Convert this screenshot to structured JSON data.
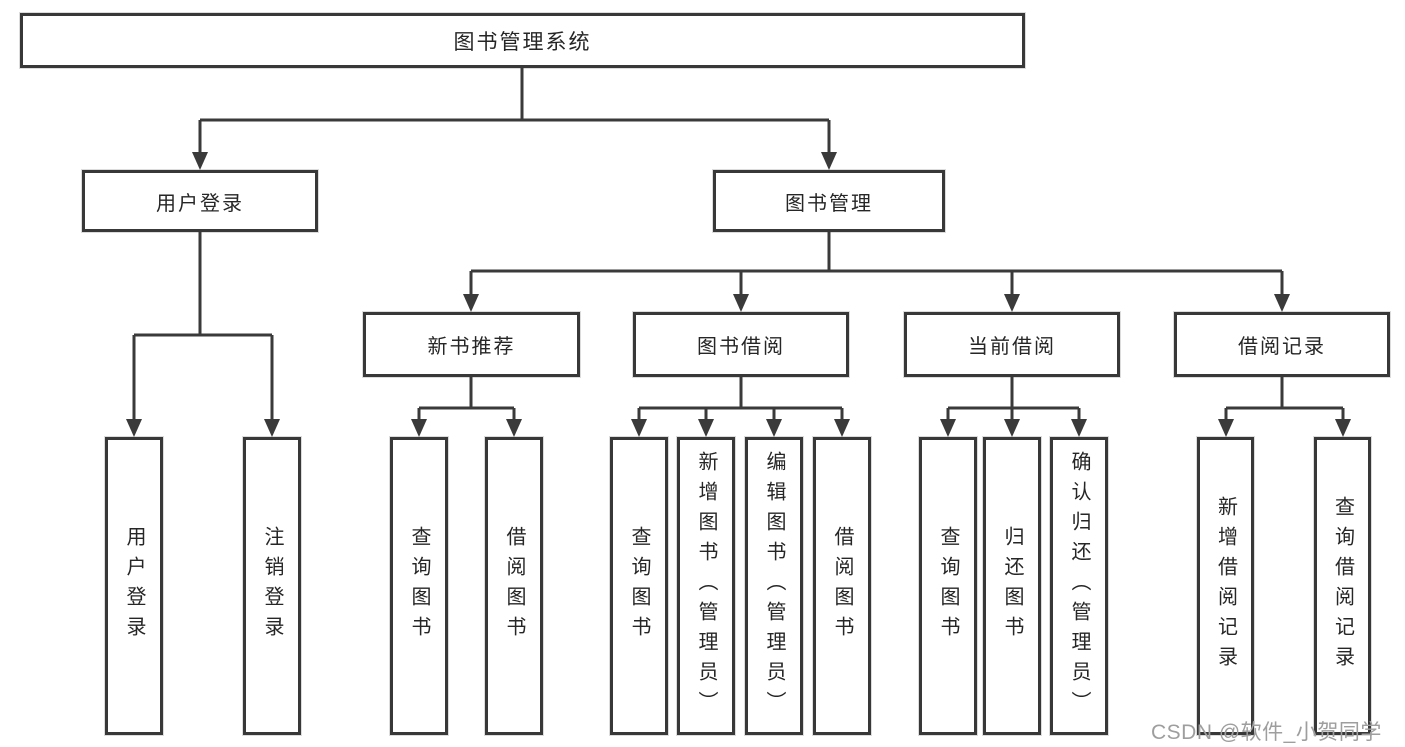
{
  "root": {
    "label": "图书管理系统"
  },
  "login": {
    "label": "用户登录",
    "children": [
      {
        "label": "用户登录"
      },
      {
        "label": "注销登录"
      }
    ]
  },
  "mgmt": {
    "label": "图书管理",
    "groups": [
      {
        "label": "新书推荐",
        "children": [
          {
            "label": "查询图书"
          },
          {
            "label": "借阅图书"
          }
        ]
      },
      {
        "label": "图书借阅",
        "children": [
          {
            "label": "查询图书"
          },
          {
            "label": "新增图书（管理员）"
          },
          {
            "label": "编辑图书（管理员）"
          },
          {
            "label": "借阅图书"
          }
        ]
      },
      {
        "label": "当前借阅",
        "children": [
          {
            "label": "查询图书"
          },
          {
            "label": "归还图书"
          },
          {
            "label": "确认归还（管理员）"
          }
        ]
      },
      {
        "label": "借阅记录",
        "children": [
          {
            "label": "新增借阅记录"
          },
          {
            "label": "查询借阅记录"
          }
        ]
      }
    ]
  },
  "watermark": "CSDN @软件_小贺同学",
  "colors": {
    "line": "#3a3a3a",
    "box_border": "#383838",
    "box_fill": "#ffffff",
    "text": "#262626",
    "watermark": "#9e9e9e",
    "background": "#ffffff"
  }
}
